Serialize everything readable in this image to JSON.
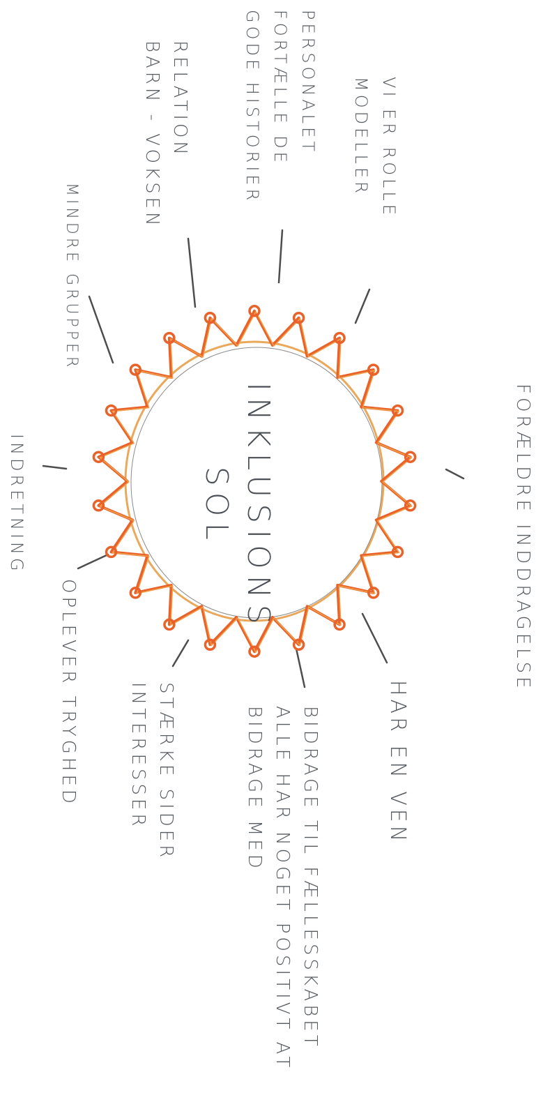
{
  "center": {
    "line1": "Inklusions",
    "line2": "Sol"
  },
  "labels": [
    {
      "id": "forealdre",
      "lines": [
        "Forældre inddragelse"
      ]
    },
    {
      "id": "har-en-ven",
      "lines": [
        "Har en ven"
      ]
    },
    {
      "id": "bidrage",
      "lines": [
        "Bidrage til fællesskabet",
        "Alle har noget positivt at",
        "bidrage med"
      ]
    },
    {
      "id": "staerke-sider",
      "lines": [
        "Stærke sider",
        "interesser"
      ]
    },
    {
      "id": "oplever-tryghed",
      "lines": [
        "Oplever tryghed"
      ]
    },
    {
      "id": "indretning",
      "lines": [
        "Indretning"
      ]
    },
    {
      "id": "mindre-grupper",
      "lines": [
        "Mindre grupper"
      ]
    },
    {
      "id": "relation",
      "lines": [
        "Relation",
        "barn - voksen"
      ]
    },
    {
      "id": "personalet",
      "lines": [
        "Personalet",
        "fortælle de",
        "gode historier"
      ]
    },
    {
      "id": "rollemodeller",
      "lines": [
        "Vi er rolle",
        "modeller"
      ]
    }
  ],
  "colors": {
    "ray": "#e8622a",
    "ray_inner": "#f0a04a",
    "ring": "#e9a85a",
    "line": "#4d4d4d",
    "text": "#555a60"
  }
}
